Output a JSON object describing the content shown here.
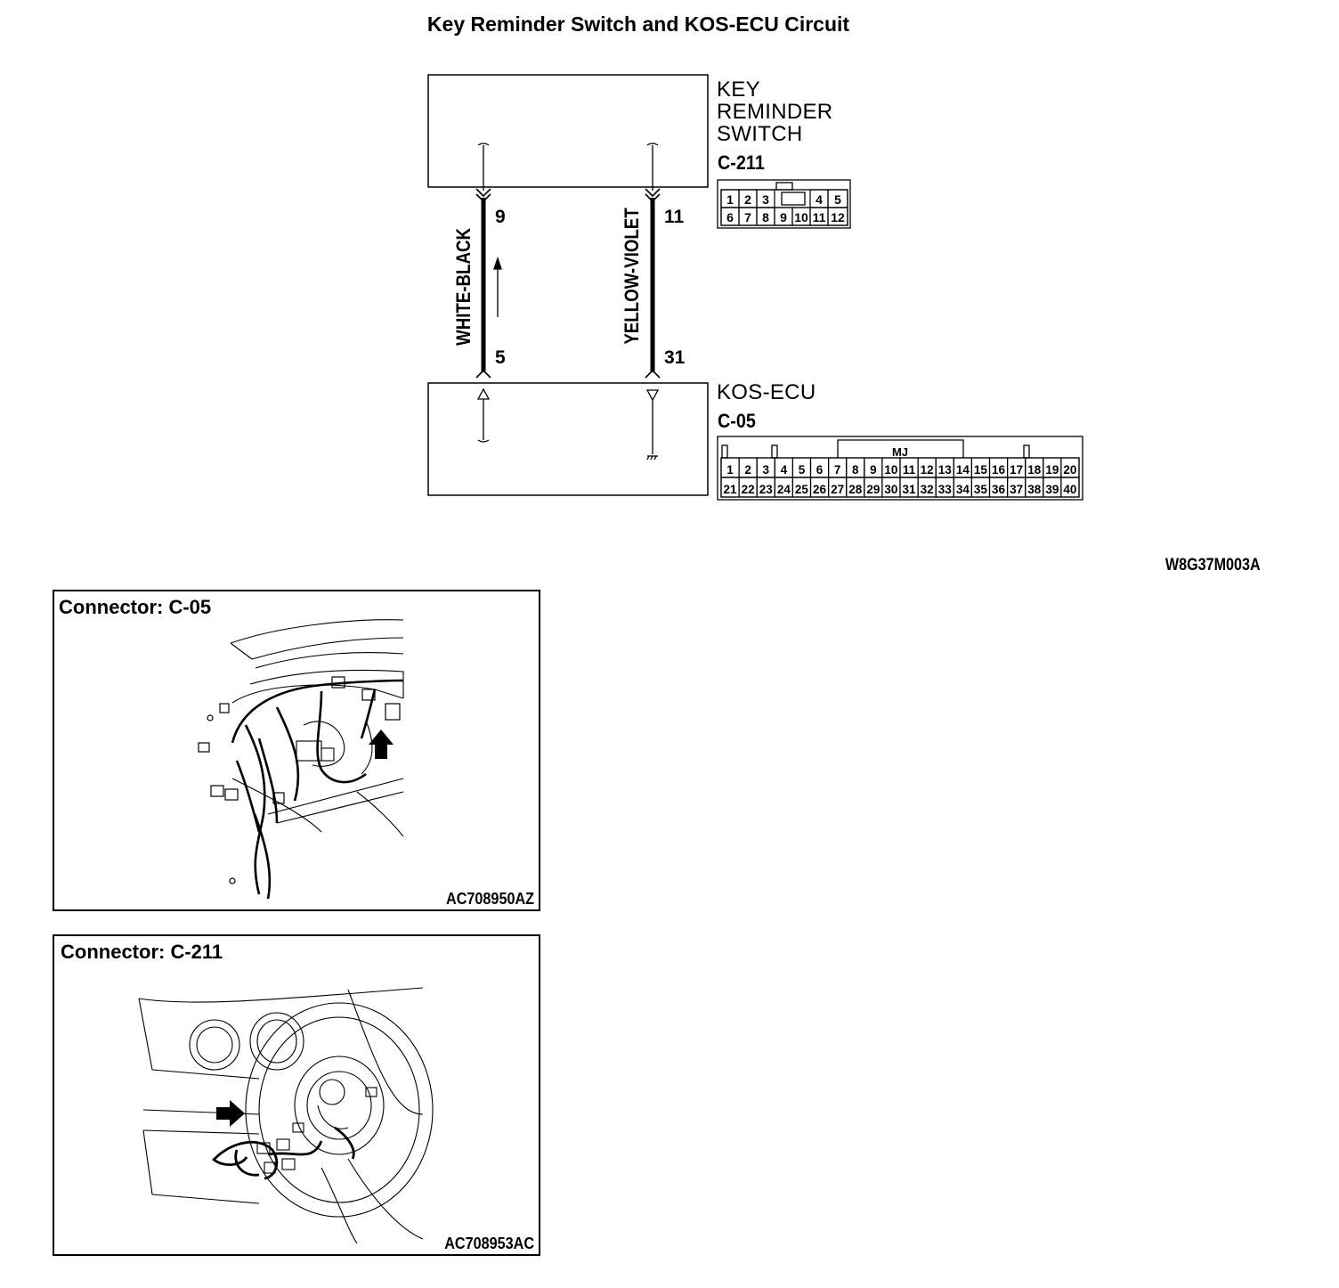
{
  "title": "Key Reminder Switch and KOS-ECU Circuit",
  "components": {
    "key_reminder_switch": {
      "name": "KEY\nREMINDER\nSWITCH",
      "connector": "C-211"
    },
    "kos_ecu": {
      "name": "KOS-ECU",
      "connector": "C-05"
    }
  },
  "wires": [
    {
      "color": "WHITE-BLACK",
      "from_pin": "9",
      "to_pin": "5"
    },
    {
      "color": "YELLOW-VIOLET",
      "from_pin": "11",
      "to_pin": "31"
    }
  ],
  "connector_c211": {
    "top_row": [
      "1",
      "2",
      "3",
      "",
      "4",
      "5"
    ],
    "bottom_row": [
      "6",
      "7",
      "8",
      "9",
      "10",
      "11",
      "12"
    ]
  },
  "connector_c05": {
    "tag": "MJ",
    "top_row": [
      "1",
      "2",
      "3",
      "4",
      "5",
      "6",
      "7",
      "8",
      "9",
      "10",
      "11",
      "12",
      "13",
      "14",
      "15",
      "16",
      "17",
      "18",
      "19",
      "20"
    ],
    "bottom_row": [
      "21",
      "22",
      "23",
      "24",
      "25",
      "26",
      "27",
      "28",
      "29",
      "30",
      "31",
      "32",
      "33",
      "34",
      "35",
      "36",
      "37",
      "38",
      "39",
      "40"
    ]
  },
  "diagram_code": "W8G37M003A",
  "panels": [
    {
      "title": "Connector: C-05",
      "code": "AC708950AZ"
    },
    {
      "title": "Connector: C-211",
      "code": "AC708953AC"
    }
  ]
}
